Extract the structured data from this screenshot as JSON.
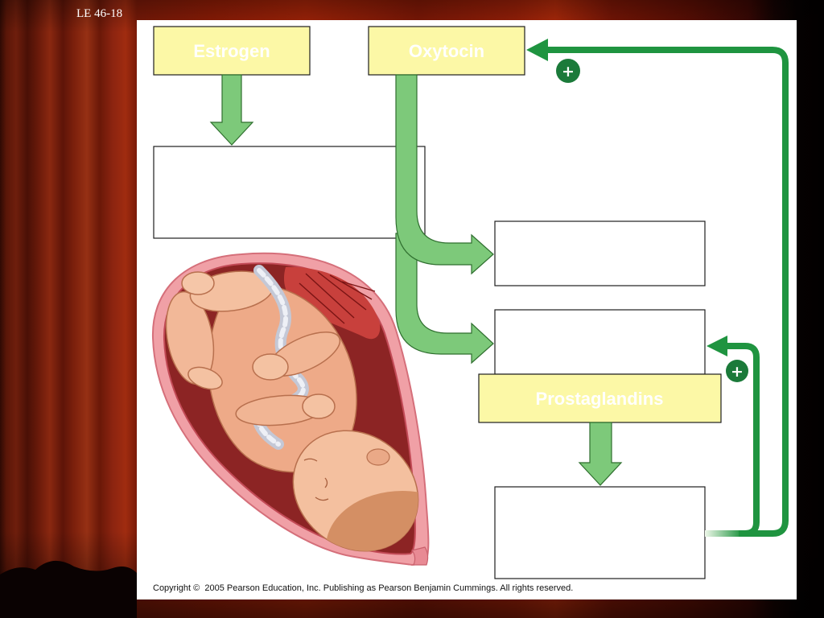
{
  "slide": {
    "label": "LE 46-18",
    "copyright": "Copyright ©  2005 Pearson Education, Inc. Publishing as Pearson Benjamin Cummings. All rights reserved."
  },
  "diagram": {
    "estrogen": {
      "label": "Estrogen"
    },
    "oxytocin": {
      "label": "Oxytocin"
    },
    "prostaglandins": {
      "label": "Prostaglandins"
    },
    "feedback_to_oxytocin": {
      "sign": "+"
    },
    "feedback_to_prostaglandins": {
      "sign": "+"
    },
    "illustration": "fetus-in-uterus-icon"
  },
  "colors": {
    "box-fill": "#fcf8a6",
    "box-border": "#1e1e1e",
    "box-text": "#ffffff",
    "arrow-fill": "#7dc97a",
    "arrow-outline": "#2f6f2f",
    "feedback-line": "#1f9440",
    "plus-badge": "#1b7a3a",
    "curtain": "#8a1c08"
  }
}
